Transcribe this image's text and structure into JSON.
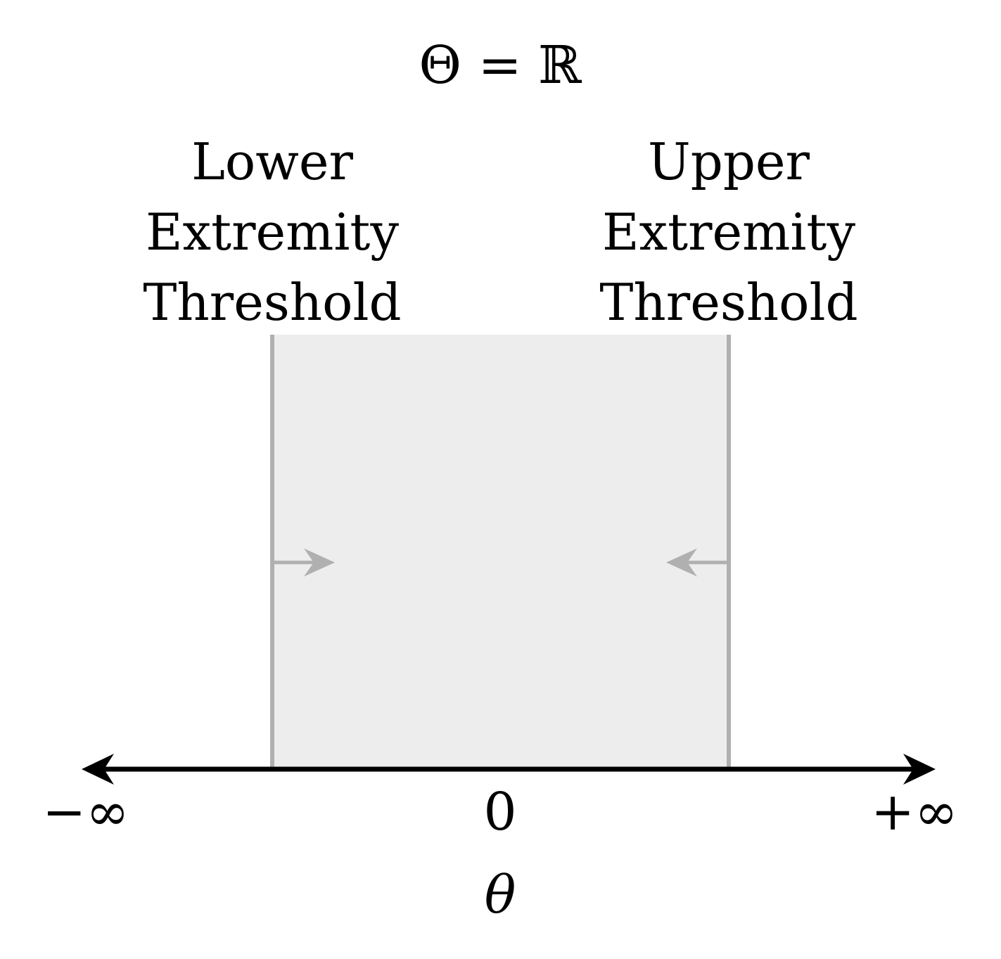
{
  "title": "Θ = ℝ",
  "lower_threshold": {
    "lines": [
      "Lower",
      "Extremity",
      "Threshold"
    ]
  },
  "upper_threshold": {
    "lines": [
      "Upper",
      "Extremity",
      "Threshold"
    ]
  },
  "axis": {
    "left_label": "−∞",
    "center_label": "0",
    "right_label": "+∞",
    "variable_label": "θ"
  },
  "colors": {
    "axis": "#000000",
    "threshold_line": "#b0b0b0",
    "region_fill": "#ededed",
    "arrow": "#b0b0b0"
  }
}
